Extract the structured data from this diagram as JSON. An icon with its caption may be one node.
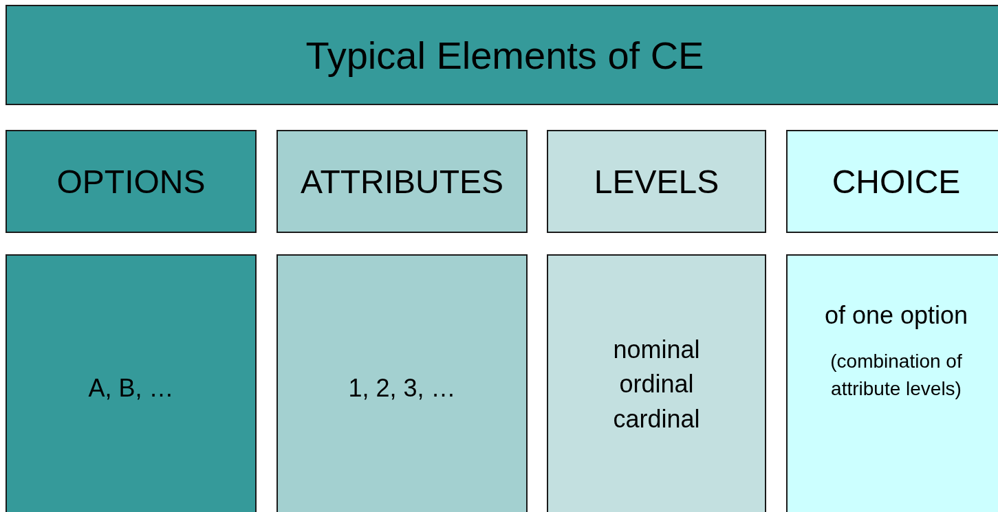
{
  "diagram": {
    "nodes": [
      {
        "text": [
          "Typical Elements of CE"
        ]
      },
      {
        "text": [
          "OPTIONS"
        ]
      },
      {
        "text": [
          "ATTRIBUTES"
        ]
      },
      {
        "text": [
          "LEVELS"
        ]
      },
      {
        "text": [
          "CHOICE"
        ]
      },
      {
        "text": [
          "A, B, …"
        ]
      },
      {
        "text": [
          "1, 2, 3, …"
        ]
      },
      {
        "text": [
          "nominal",
          "ordinal",
          "cardinal"
        ]
      },
      {
        "text": [
          "of one option",
          "(combination of attribute levels)"
        ]
      }
    ]
  }
}
